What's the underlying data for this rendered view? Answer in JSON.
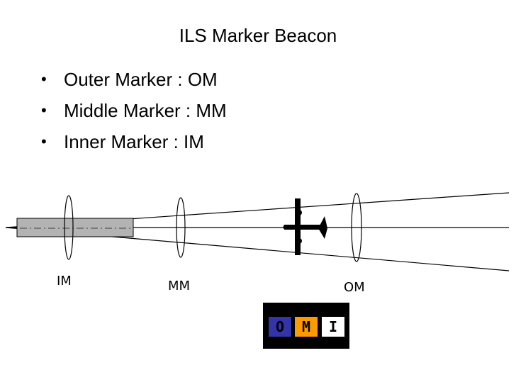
{
  "title": "ILS Marker Beacon",
  "bullets": [
    "Outer Marker : OM",
    "Middle Marker : MM",
    "Inner Marker : IM"
  ],
  "markers": {
    "inner_label": "IM",
    "middle_label": "MM",
    "outer_label": "OM"
  },
  "indicator": {
    "lights": [
      {
        "letter": "O",
        "color": "#3333aa",
        "text_color": "#000000"
      },
      {
        "letter": "M",
        "color": "#ff9900",
        "text_color": "#000000"
      },
      {
        "letter": "I",
        "color": "#ffffff",
        "text_color": "#000000"
      }
    ]
  },
  "colors": {
    "runway_fill": "#b3b3b3",
    "lines": "#000000",
    "aircraft": "#000000"
  }
}
